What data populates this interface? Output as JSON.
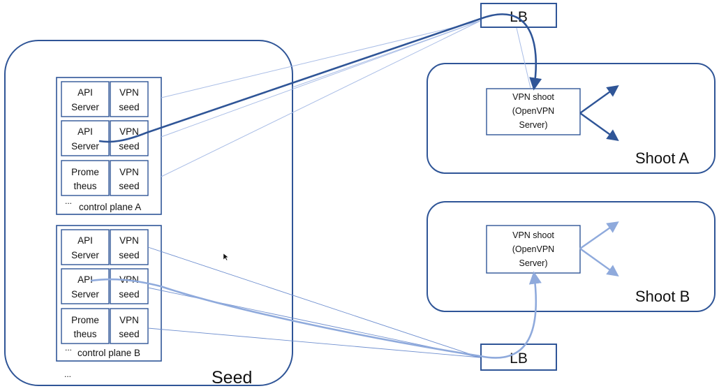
{
  "seed": {
    "label": "Seed",
    "ellipsis": "..."
  },
  "control_planes": [
    {
      "label": "control plane A",
      "ellipsis": "...",
      "rows": [
        {
          "left": [
            "API",
            "Server"
          ],
          "right": [
            "VPN",
            "seed"
          ]
        },
        {
          "left": [
            "API",
            "Server"
          ],
          "right": [
            "VPN",
            "seed"
          ]
        },
        {
          "left": [
            "Prome",
            "theus"
          ],
          "right": [
            "VPN",
            "seed"
          ]
        }
      ]
    },
    {
      "label": "control plane B",
      "ellipsis": "...",
      "rows": [
        {
          "left": [
            "API",
            "Server"
          ],
          "right": [
            "VPN",
            "seed"
          ]
        },
        {
          "left": [
            "API",
            "Server"
          ],
          "right": [
            "VPN",
            "seed"
          ]
        },
        {
          "left": [
            "Prome",
            "theus"
          ],
          "right": [
            "VPN",
            "seed"
          ]
        }
      ]
    }
  ],
  "lb_top": {
    "label": "LB"
  },
  "lb_bottom": {
    "label": "LB"
  },
  "shoot_a": {
    "label": "Shoot A",
    "vpn": [
      "VPN shoot",
      "(OpenVPN",
      "Server)"
    ]
  },
  "shoot_b": {
    "label": "Shoot B",
    "vpn": [
      "VPN shoot",
      "(OpenVPN",
      "Server)"
    ]
  },
  "colors": {
    "dark": "#2f5597",
    "light": "#8faadc",
    "thin": "#a9bde6"
  }
}
